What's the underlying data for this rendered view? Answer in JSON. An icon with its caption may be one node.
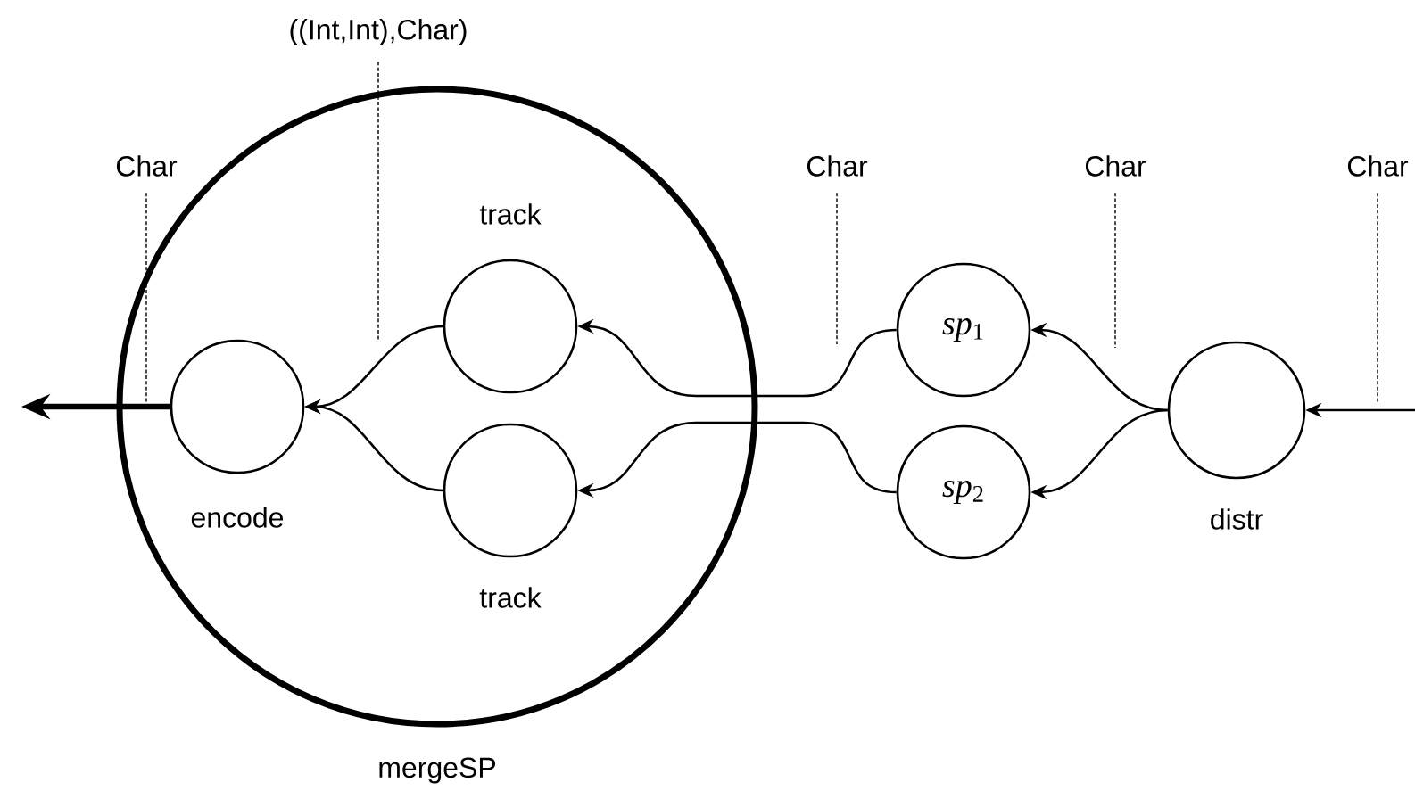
{
  "diagram": {
    "nodes": [
      {
        "text": [
          "mergeSP"
        ]
      },
      {
        "text": [
          "track"
        ],
        "in": 0
      },
      {
        "text": [
          "encode"
        ],
        "in": 0
      },
      {
        "text": [
          "track"
        ],
        "in": 0
      },
      {
        "text": [
          "*sp*$_{1}$"
        ]
      },
      {
        "text": [
          "*sp*$_{2}$"
        ]
      },
      {
        "text": [
          "distr"
        ]
      },
      {
        "text": [
          "Char"
        ]
      },
      {
        "text": [
          "((Int,Int),Char)"
        ]
      },
      {
        "text": [
          "Char"
        ]
      },
      {
        "text": [
          "Char"
        ]
      },
      {
        "text": [
          "Char"
        ]
      }
    ],
    "edges": [
      {
        "from": 2,
        "to": null,
        "arrow": "to",
        "style": "thick"
      },
      {
        "from": 1,
        "to": 2,
        "arrow": "to"
      },
      {
        "from": 3,
        "to": 2,
        "arrow": "to"
      },
      {
        "from": 4,
        "to": 1,
        "arrow": "to"
      },
      {
        "from": 5,
        "to": 3,
        "arrow": "to"
      },
      {
        "from": 6,
        "to": 4,
        "arrow": "to"
      },
      {
        "from": 6,
        "to": 5,
        "arrow": "to"
      },
      {
        "from": null,
        "to": 6,
        "arrow": "to"
      },
      {
        "from": 7,
        "to": null,
        "arrow": "none",
        "style": "dashed"
      },
      {
        "from": 8,
        "to": null,
        "arrow": "none",
        "style": "dashed"
      },
      {
        "from": 9,
        "to": null,
        "arrow": "none",
        "style": "dashed"
      },
      {
        "from": 10,
        "to": null,
        "arrow": "none",
        "style": "dashed"
      },
      {
        "from": 11,
        "to": null,
        "arrow": "none",
        "style": "dashed"
      }
    ]
  }
}
